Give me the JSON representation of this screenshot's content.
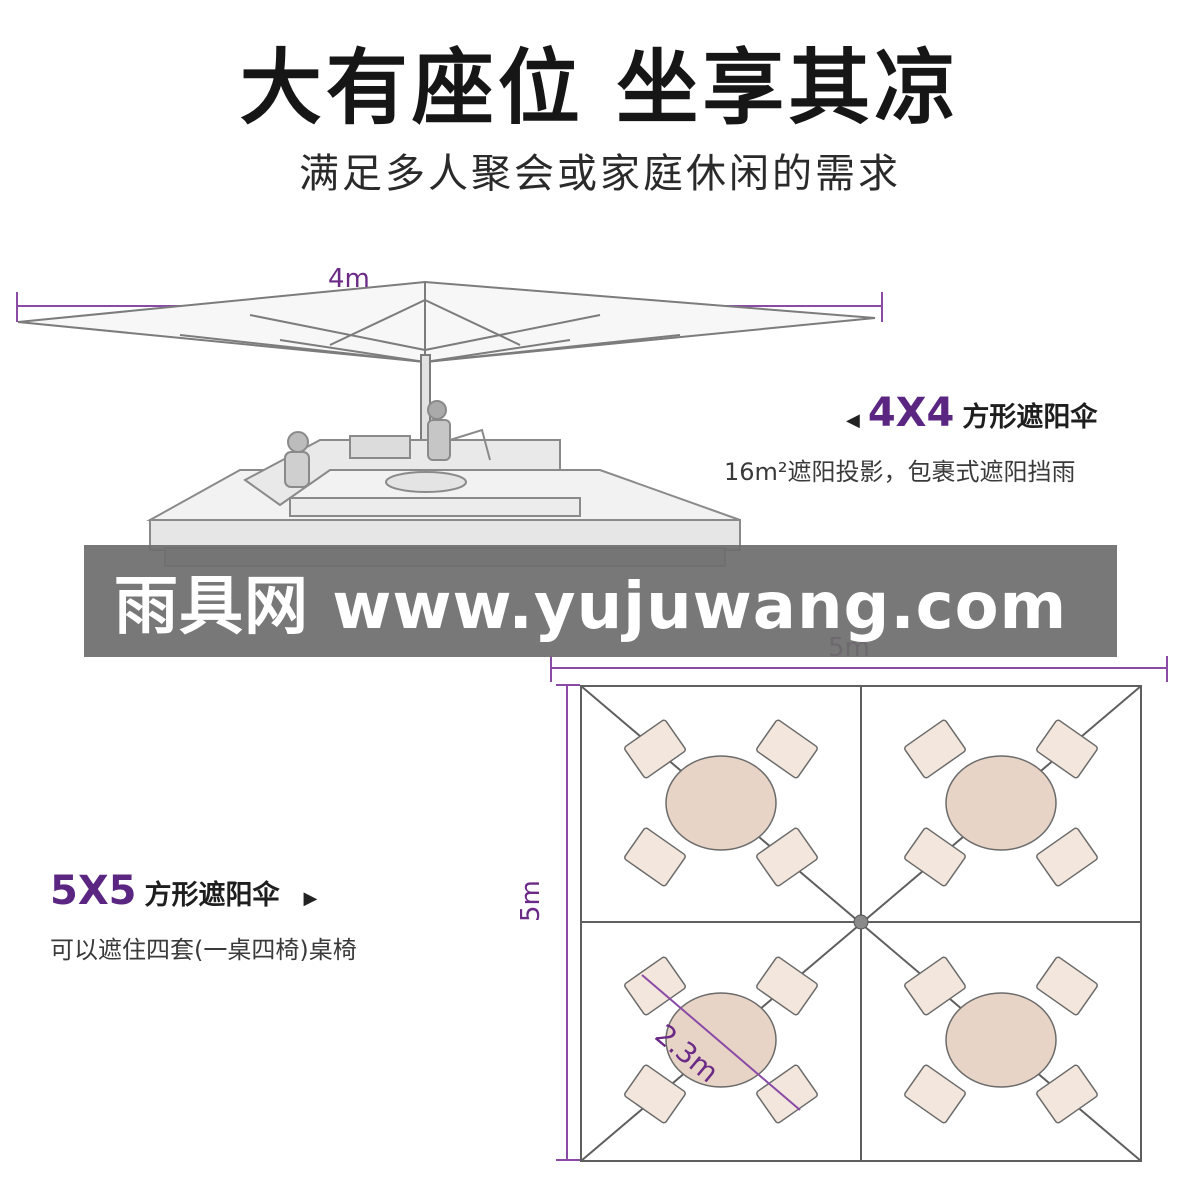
{
  "header": {
    "title": "大有座位 坐享其凉",
    "subtitle": "满足多人聚会或家庭休闲的需求"
  },
  "umbrella_4x4": {
    "width_label": "4m",
    "size": "4X4",
    "name": "方形遮阳伞",
    "description": "16m²遮阳投影，包裹式遮阳挡雨"
  },
  "umbrella_5x5": {
    "width_label": "5m",
    "height_label": "5m",
    "size": "5X5",
    "name": "方形遮阳伞",
    "description": "可以遮住四套(一桌四椅)桌椅",
    "table_label": "2.3m"
  },
  "watermark": "雨具网 www.yujuwang.com",
  "colors": {
    "accent": "#5b2582",
    "dimension": "#6a2a86",
    "table": "#e8d4c6",
    "chair": "#f3e6dc"
  }
}
